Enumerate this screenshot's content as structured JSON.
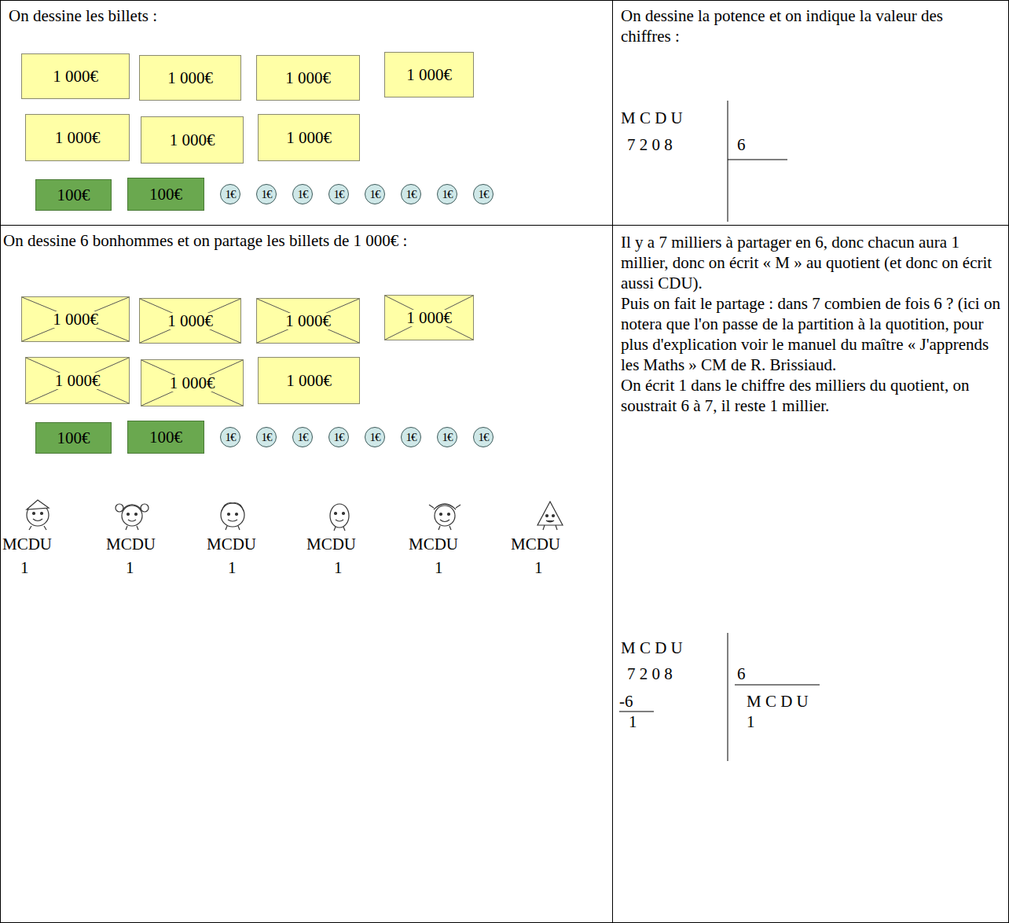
{
  "diagram": {
    "nodes": [
      {
        "text": [
          "On dessine les billets :"
        ]
      },
      {
        "text": [
          "1 000€"
        ],
        "in": 0
      },
      {
        "text": [
          "1 000€"
        ],
        "in": 0
      },
      {
        "text": [
          "1 000€"
        ],
        "in": 0
      },
      {
        "text": [
          "1 000€"
        ],
        "in": 0
      },
      {
        "text": [
          "1 000€"
        ],
        "in": 0
      },
      {
        "text": [
          "1 000€"
        ],
        "in": 0
      },
      {
        "text": [
          "1 000€"
        ],
        "in": 0
      },
      {
        "text": [
          "100€"
        ],
        "in": 0
      },
      {
        "text": [
          "100€"
        ],
        "in": 0
      },
      {
        "text": [
          "1€"
        ],
        "in": 0
      },
      {
        "text": [
          "1€"
        ],
        "in": 0
      },
      {
        "text": [
          "1€"
        ],
        "in": 0
      },
      {
        "text": [
          "1€"
        ],
        "in": 0
      },
      {
        "text": [
          "1€"
        ],
        "in": 0
      },
      {
        "text": [
          "1€"
        ],
        "in": 0
      },
      {
        "text": [
          "1€"
        ],
        "in": 0
      },
      {
        "text": [
          "1€"
        ],
        "in": 0
      },
      {
        "text": [
          "On dessine la potence et on indique la valeur des chiffres :"
        ]
      },
      {
        "text": [
          "On dessine 6 bonhommes et on partage les billets de 1 000€ :"
        ]
      },
      {
        "text": [
          "1 000€"
        ],
        "in": 19
      },
      {
        "text": [
          "1 000€"
        ],
        "in": 19
      },
      {
        "text": [
          "1 000€"
        ],
        "in": 19
      },
      {
        "text": [
          "1 000€"
        ],
        "in": 19
      },
      {
        "text": [
          "1 000€"
        ],
        "in": 19
      },
      {
        "text": [
          "1 000€"
        ],
        "in": 19
      },
      {
        "text": [
          "1 000€"
        ],
        "in": 19
      },
      {
        "text": [
          "100€"
        ],
        "in": 19
      },
      {
        "text": [
          "100€"
        ],
        "in": 19
      },
      {
        "text": [
          "1€"
        ],
        "in": 19
      },
      {
        "text": [
          "1€"
        ],
        "in": 19
      },
      {
        "text": [
          "1€"
        ],
        "in": 19
      },
      {
        "text": [
          "1€"
        ],
        "in": 19
      },
      {
        "text": [
          "1€"
        ],
        "in": 19
      },
      {
        "text": [
          "1€"
        ],
        "in": 19
      },
      {
        "text": [
          "1€"
        ],
        "in": 19
      },
      {
        "text": [
          "1€"
        ],
        "in": 19
      },
      {
        "text": [
          "Il y a 7 milliers à partager en 6, donc chacun aura 1 millier, donc on écrit « M » au quotient (et donc on écrit aussi CDU).",
          "Puis on fait le partage : dans 7 combien de fois 6 ? (ici on notera que l'on passe de la partition à la quotition, pour plus d'explication voir le manuel du maître « J'apprends les Maths » CM de R. Brissiaud.",
          "On écrit 1 dans le chiffre des milliers du quotient, on soustrait 6 à 7, il reste 1 millier."
        ]
      }
    ],
    "labels": [
      "M C D U",
      "7 2 0 8",
      "6",
      "MCDU",
      "MCDU",
      "MCDU",
      "MCDU",
      "MCDU",
      "MCDU",
      "1",
      "1",
      "1",
      "1",
      "1",
      "1",
      "M C D U",
      "7 2 0 8",
      "6",
      "-6",
      "1",
      "M C D U",
      "1"
    ]
  }
}
